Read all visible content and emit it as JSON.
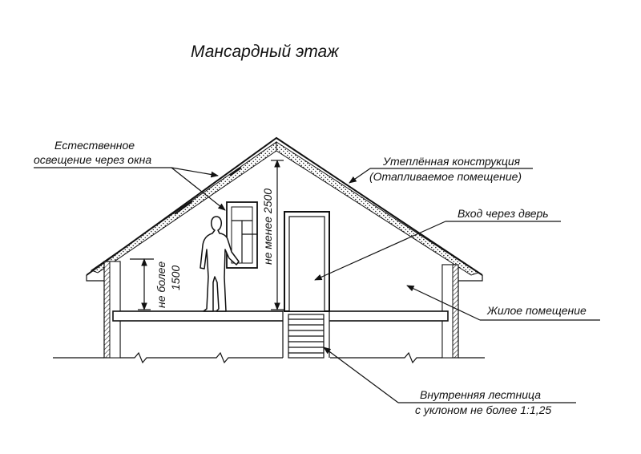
{
  "title": "Мансардный этаж",
  "labels": {
    "natural_light_1": "Естественное",
    "natural_light_2": "освещение через окна",
    "insulated_1": "Утеплённая конструкция",
    "insulated_2": "(Отапливаемое помещение)",
    "door": "Вход через дверь",
    "living": "Жилое помещение",
    "stair_1": "Внутренняя лестница",
    "stair_2": "с уклоном не более 1:1,25",
    "min_height_text": "не менее 2500",
    "max_height_line1": "не более",
    "max_height_line2": "1500"
  }
}
